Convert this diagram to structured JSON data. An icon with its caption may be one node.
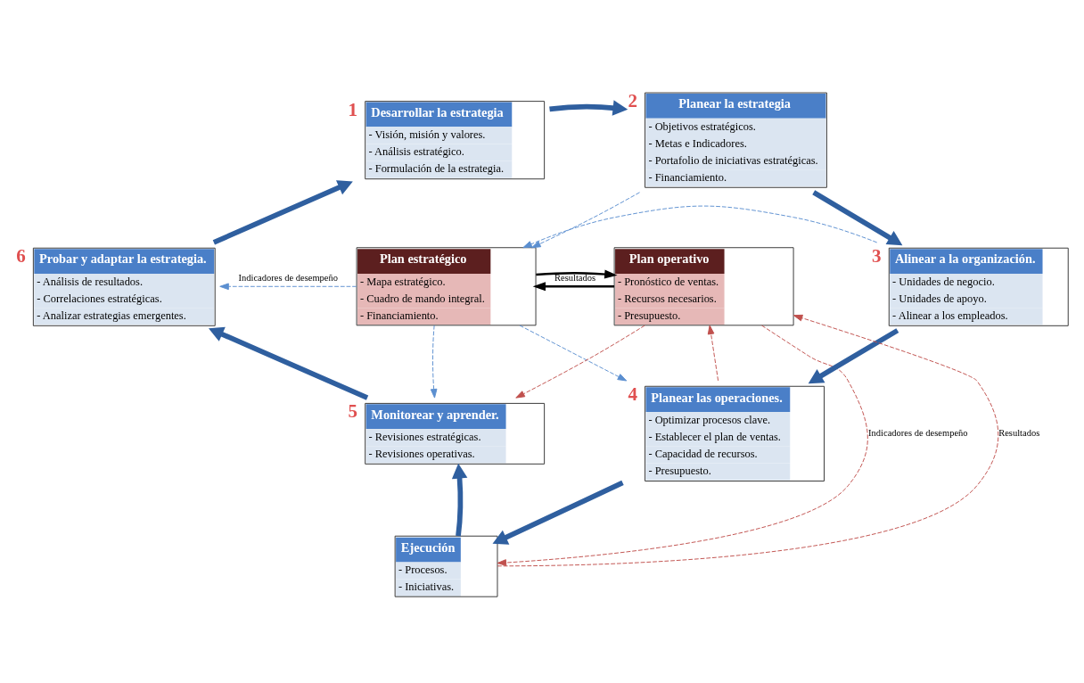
{
  "diagram": {
    "nodes": [
      {
        "text": [
          "Desarrollar la estrategia",
          "- Visión, misión y valores.",
          "- Análisis estratégico.",
          "- Formulación de la estrategia."
        ],
        "beside": [
          "1"
        ]
      },
      {
        "text": [
          "Planear la estrategia",
          "- Objetivos estratégicos.",
          "- Metas e Indicadores.",
          "- Portafolio de iniciativas estratégicas.",
          "- Financiamiento."
        ],
        "beside": [
          "2"
        ]
      },
      {
        "text": [
          "Probar y adaptar la estrategia.",
          "- Análisis de resultados.",
          "- Correlaciones estratégicas.",
          "- Analizar estrategias emergentes."
        ],
        "beside": [
          "6"
        ]
      },
      {
        "text": [
          "Plan estratégico",
          "- Mapa estratégico.",
          "- Cuadro de mando integral.",
          "- Financiamiento."
        ]
      },
      {
        "text": [
          "Plan operativo",
          "- Pronóstico de ventas.",
          "- Recursos necesarios.",
          "- Presupuesto."
        ]
      },
      {
        "text": [
          "Alinear a la organización.",
          "- Unidades de negocio.",
          "- Unidades de apoyo.",
          "- Alinear a los empleados."
        ],
        "beside": [
          "3"
        ]
      },
      {
        "text": [
          "Monitorear y aprender.",
          "- Revisiones estratégicas.",
          "- Revisiones operativas."
        ],
        "beside": [
          "5"
        ]
      },
      {
        "text": [
          "Planear las operaciones.",
          "- Optimizar procesos clave.",
          "- Establecer el plan de ventas.",
          "- Capacidad de recursos.",
          "- Presupuesto."
        ],
        "beside": [
          "4"
        ]
      },
      {
        "text": [
          "Ejecución",
          "- Procesos.",
          "- Iniciativas."
        ]
      }
    ],
    "edges": [
      {
        "from": 0,
        "to": 1,
        "arrow": "to",
        "style": "thick"
      },
      {
        "from": 1,
        "to": 5,
        "arrow": "to",
        "style": "thick"
      },
      {
        "from": 5,
        "to": 7,
        "arrow": "to",
        "style": "thick"
      },
      {
        "from": 7,
        "to": 8,
        "arrow": "to",
        "style": "thick"
      },
      {
        "from": 8,
        "to": 6,
        "arrow": "to",
        "style": "thick"
      },
      {
        "from": 6,
        "to": 2,
        "arrow": "to",
        "style": "thick"
      },
      {
        "from": 2,
        "to": 0,
        "arrow": "to",
        "style": "thick"
      },
      {
        "from": 1,
        "to": 3,
        "arrow": "to",
        "style": "dashed",
        "color": "#5b8fd0"
      },
      {
        "from": 5,
        "to": 3,
        "arrow": "to",
        "style": "dashed",
        "color": "#5b8fd0"
      },
      {
        "from": 3,
        "to": 2,
        "arrow": "to",
        "style": "dashed",
        "color": "#5b8fd0",
        "label": "Indicadores de desempeño"
      },
      {
        "from": 3,
        "to": 4,
        "arrow": "to",
        "color": "#000000"
      },
      {
        "from": 4,
        "to": 3,
        "arrow": "to",
        "color": "#000000",
        "label": "Resultados"
      },
      {
        "from": 3,
        "to": 6,
        "arrow": "to",
        "style": "dashed",
        "color": "#5b8fd0"
      },
      {
        "from": 3,
        "to": 7,
        "arrow": "to",
        "style": "dashed",
        "color": "#5b8fd0"
      },
      {
        "from": 7,
        "to": 4,
        "arrow": "to",
        "style": "dashed",
        "color": "#c0504d"
      },
      {
        "from": 4,
        "to": 8,
        "arrow": "to",
        "style": "dashed",
        "color": "#c0504d",
        "label": "Indicadores de desempeño"
      },
      {
        "from": 4,
        "to": 6,
        "arrow": "to",
        "style": "dashed",
        "color": "#c0504d"
      },
      {
        "from": 8,
        "to": 4,
        "arrow": "to",
        "style": "dashed",
        "color": "#c0504d",
        "label": "Resultados"
      }
    ]
  }
}
